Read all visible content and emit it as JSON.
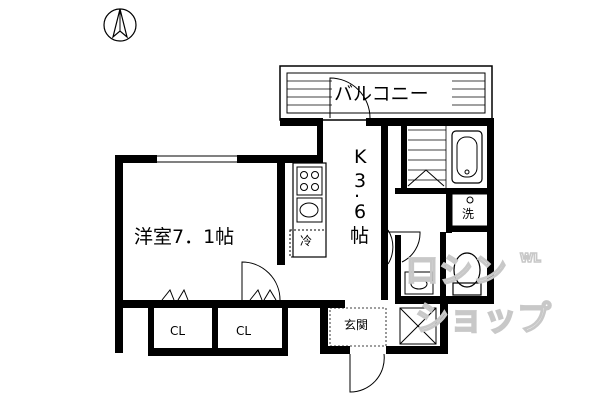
{
  "rooms": {
    "balcony": "バルコニー",
    "kitchen_k": "K",
    "kitchen_num1": "3",
    "kitchen_dot": ".",
    "kitchen_num2": "6",
    "kitchen_unit": "帖",
    "western_room": "洋室7．1帖",
    "fridge": "冷",
    "washer": "洗",
    "entrance": "玄関",
    "closet_left": "CL",
    "closet_right": "CL"
  },
  "watermark": {
    "line1": "ロシン",
    "line2": "ショップ",
    "small": "WL"
  },
  "icons": {
    "north": "north-compass-icon",
    "bathtub": "bathtub-icon",
    "toilet": "toilet-icon",
    "sink": "sink-icon",
    "stove": "stove-icon"
  },
  "colors": {
    "wall": "#000000",
    "background": "#ffffff",
    "watermark": "#c8c8c8"
  }
}
